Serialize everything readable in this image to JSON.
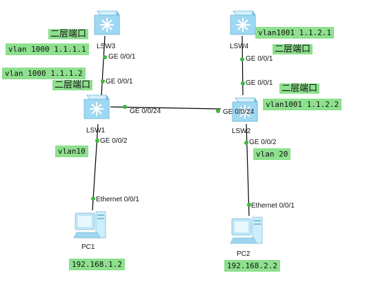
{
  "devices": {
    "lsw3": {
      "name": "LSW3"
    },
    "lsw4": {
      "name": "LSW4"
    },
    "lsw1": {
      "name": "LSW1"
    },
    "lsw2": {
      "name": "LSW2"
    },
    "pc1": {
      "name": "PC1"
    },
    "pc2": {
      "name": "PC2"
    }
  },
  "ports": {
    "lsw3_g001": "GE 0/0/1",
    "lsw1_g001": "GE 0/0/1",
    "lsw1_g0024": "GE 0/0/24",
    "lsw1_g002": "GE 0/0/2",
    "lsw4_g001": "GE 0/0/1",
    "lsw2_g001": "GE 0/0/1",
    "lsw2_g0024": "GE 0/0/24",
    "lsw2_g002": "GE 0/0/2",
    "pc1_eth": "Ethernet 0/0/1",
    "pc2_eth": "Ethernet 0/0/1"
  },
  "notes": {
    "lsw3_l2": "二层端口",
    "lsw3_vlan": "vlan 1000 1.1.1.1",
    "lsw1_vlan": "vlan 1000 1.1.1.2",
    "lsw1_l2": "二层端口",
    "lsw1_vlan10": "vlan10",
    "lsw4_vlan": "vlan1001 1.1.2.1",
    "lsw4_l2": "二层端口",
    "lsw2_l2": "二层端口",
    "lsw2_vlan": "vlan1001 1.1.2.2",
    "lsw2_vlan20": "vlan 20",
    "pc1_ip": "192.168.1.2",
    "pc2_ip": "192.168.2.2"
  },
  "colors": {
    "note_bg": "#8ee08e",
    "port_dot": "#3cb83c",
    "switch_body": "#9fd8f2",
    "link": "#000000"
  }
}
